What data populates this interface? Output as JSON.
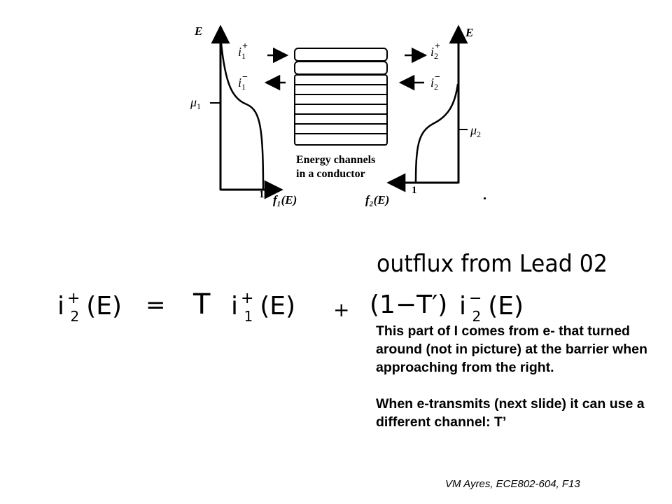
{
  "diagram": {
    "left_panel": {
      "axis_y_label": "E",
      "mu_label_base": "μ",
      "mu_label_sub": "1",
      "x_tick": "1",
      "x_label": "f₁(E)",
      "current_in": {
        "base": "i",
        "sup": "+",
        "sub": "1"
      },
      "current_out": {
        "base": "i",
        "sup": "−",
        "sub": "1"
      }
    },
    "right_panel": {
      "axis_y_label": "E",
      "mu_label_base": "μ",
      "mu_label_sub": "2",
      "x_tick": "1",
      "x_label": "f₂(E)",
      "current_out": {
        "base": "i",
        "sup": "+",
        "sub": "2"
      },
      "current_in": {
        "base": "i",
        "sup": "−",
        "sub": "2"
      }
    },
    "conductor_label_line1": "Energy channels",
    "conductor_label_line2": "in a conductor",
    "stray_mark": "."
  },
  "handwriting": {
    "heading": "outflux from Lead 02",
    "equation": {
      "lhs": {
        "base": "i",
        "sup": "+",
        "sub": "2",
        "arg": "(E)"
      },
      "equals": "=",
      "term1_coeff": "T",
      "term1": {
        "base": "i",
        "sup": "+",
        "sub": "1",
        "arg": "(E)"
      },
      "plus": "+",
      "term2_coeff": "(1−T′)",
      "term2": {
        "base": "i",
        "sup": "−",
        "sub": "2",
        "arg": "(E)"
      }
    }
  },
  "notes": {
    "paragraph1": "This part of I comes from e- that turned around (not in picture) at the barrier when approaching from the right.",
    "paragraph2": "When e-transmits (next slide) it can use a different channel: T’"
  },
  "footer": "VM Ayres, ECE802-604, F13"
}
